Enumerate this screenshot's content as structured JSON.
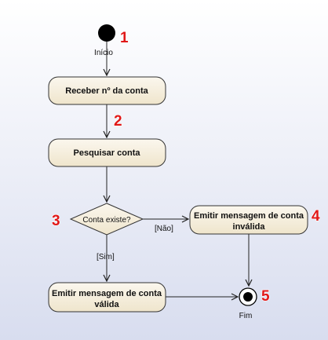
{
  "diagram": {
    "start_label": "Início",
    "end_label": "Fim",
    "activities": {
      "receive": "Receber nº da conta",
      "search": "Pesquisar conta",
      "invalid_line1": "Emitir mensagem de conta",
      "invalid_line2": "inválida",
      "valid_line1": "Emitir mensagem de conta",
      "valid_line2": "válida"
    },
    "decision": "Conta existe?",
    "guards": {
      "no": "[Não]",
      "yes": "[Sim]"
    },
    "step_numbers": [
      "1",
      "2",
      "3",
      "4",
      "5"
    ],
    "colors": {
      "node_fill": "#f5eedc",
      "node_stroke": "#333333",
      "number_red": "#e01818"
    }
  }
}
